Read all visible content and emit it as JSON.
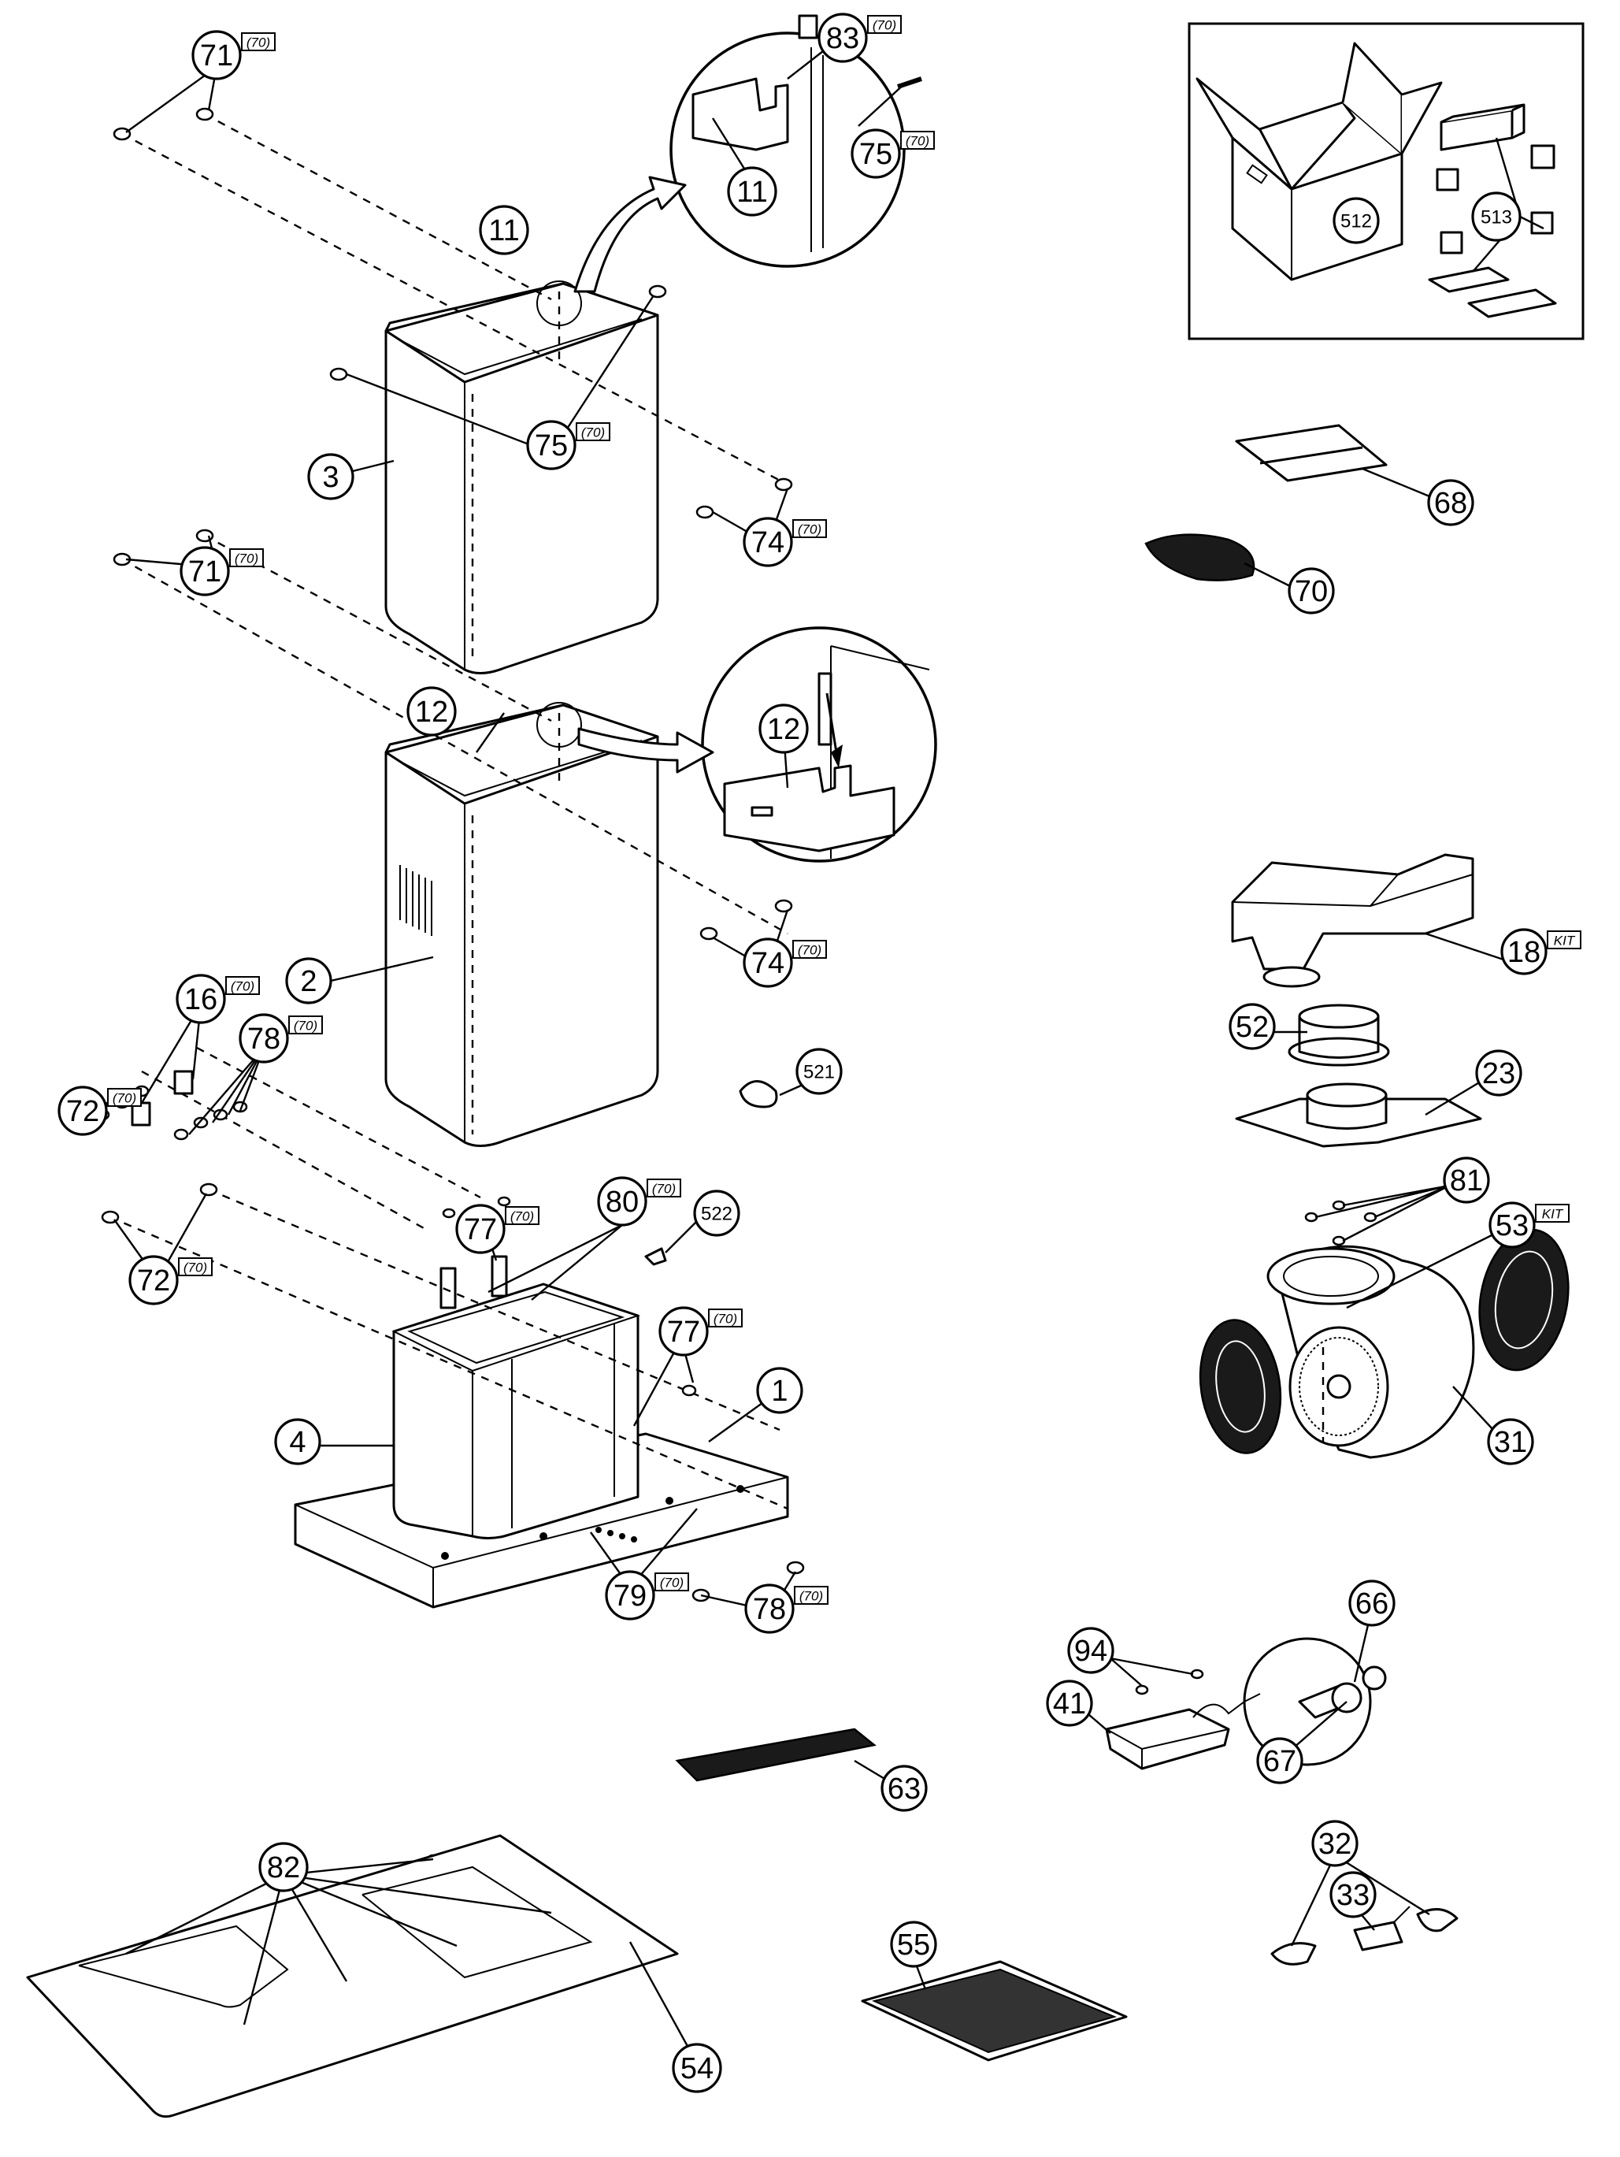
{
  "diagram": {
    "callouts": [
      {
        "id": "c71a",
        "label": "71",
        "tag": "(70)"
      },
      {
        "id": "c83",
        "label": "83",
        "tag": "(70)"
      },
      {
        "id": "c75a",
        "label": "75",
        "tag": "(70)"
      },
      {
        "id": "c11a",
        "label": "11",
        "tag": ""
      },
      {
        "id": "c11b",
        "label": "11",
        "tag": ""
      },
      {
        "id": "c512",
        "label": "512",
        "tag": ""
      },
      {
        "id": "c513",
        "label": "513",
        "tag": ""
      },
      {
        "id": "c75b",
        "label": "75",
        "tag": "(70)"
      },
      {
        "id": "c3",
        "label": "3",
        "tag": ""
      },
      {
        "id": "c74a",
        "label": "74",
        "tag": "(70)"
      },
      {
        "id": "c68",
        "label": "68",
        "tag": ""
      },
      {
        "id": "c71b",
        "label": "71",
        "tag": "(70)"
      },
      {
        "id": "c70",
        "label": "70",
        "tag": ""
      },
      {
        "id": "c12a",
        "label": "12",
        "tag": ""
      },
      {
        "id": "c12b",
        "label": "12",
        "tag": ""
      },
      {
        "id": "c2",
        "label": "2",
        "tag": ""
      },
      {
        "id": "c74b",
        "label": "74",
        "tag": "(70)"
      },
      {
        "id": "c18",
        "label": "18",
        "tag": "KIT"
      },
      {
        "id": "c16",
        "label": "16",
        "tag": "(70)"
      },
      {
        "id": "c78a",
        "label": "78",
        "tag": "(70)"
      },
      {
        "id": "c52",
        "label": "52",
        "tag": ""
      },
      {
        "id": "c72a",
        "label": "72",
        "tag": "(70)"
      },
      {
        "id": "c521",
        "label": "521",
        "tag": ""
      },
      {
        "id": "c23",
        "label": "23",
        "tag": ""
      },
      {
        "id": "c80",
        "label": "80",
        "tag": "(70)"
      },
      {
        "id": "c81",
        "label": "81",
        "tag": ""
      },
      {
        "id": "c522",
        "label": "522",
        "tag": ""
      },
      {
        "id": "c77a",
        "label": "77",
        "tag": "(70)"
      },
      {
        "id": "c53",
        "label": "53",
        "tag": "KIT"
      },
      {
        "id": "c72b",
        "label": "72",
        "tag": "(70)"
      },
      {
        "id": "c77b",
        "label": "77",
        "tag": "(70)"
      },
      {
        "id": "c1",
        "label": "1",
        "tag": ""
      },
      {
        "id": "c4",
        "label": "4",
        "tag": ""
      },
      {
        "id": "c31",
        "label": "31",
        "tag": ""
      },
      {
        "id": "c79",
        "label": "79",
        "tag": "(70)"
      },
      {
        "id": "c78b",
        "label": "78",
        "tag": "(70)"
      },
      {
        "id": "c66",
        "label": "66",
        "tag": ""
      },
      {
        "id": "c94",
        "label": "94",
        "tag": ""
      },
      {
        "id": "c41",
        "label": "41",
        "tag": ""
      },
      {
        "id": "c67",
        "label": "67",
        "tag": ""
      },
      {
        "id": "c63",
        "label": "63",
        "tag": ""
      },
      {
        "id": "c32",
        "label": "32",
        "tag": ""
      },
      {
        "id": "c82",
        "label": "82",
        "tag": ""
      },
      {
        "id": "c33",
        "label": "33",
        "tag": ""
      },
      {
        "id": "c55",
        "label": "55",
        "tag": ""
      },
      {
        "id": "c54",
        "label": "54",
        "tag": ""
      }
    ]
  }
}
